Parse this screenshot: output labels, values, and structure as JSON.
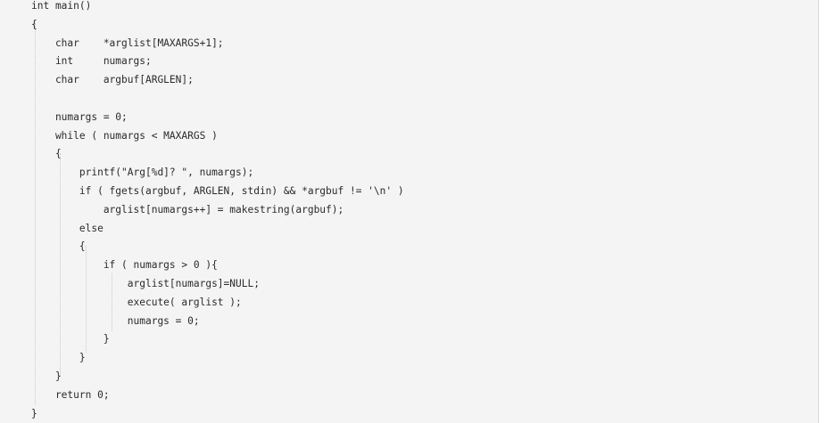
{
  "code": {
    "lines": [
      "int main()",
      "{",
      "    char    *arglist[MAXARGS+1];",
      "    int     numargs;",
      "    char    argbuf[ARGLEN];",
      "",
      "    numargs = 0;",
      "    while ( numargs < MAXARGS )",
      "    {",
      "        printf(\"Arg[%d]? \", numargs);",
      "        if ( fgets(argbuf, ARGLEN, stdin) && *argbuf != '\\n' )",
      "            arglist[numargs++] = makestring(argbuf);",
      "        else",
      "        {",
      "            if ( numargs > 0 ){",
      "                arglist[numargs]=NULL;",
      "                execute( arglist );",
      "                numargs = 0;",
      "            }",
      "        }",
      "    }",
      "    return 0;",
      "}"
    ]
  }
}
